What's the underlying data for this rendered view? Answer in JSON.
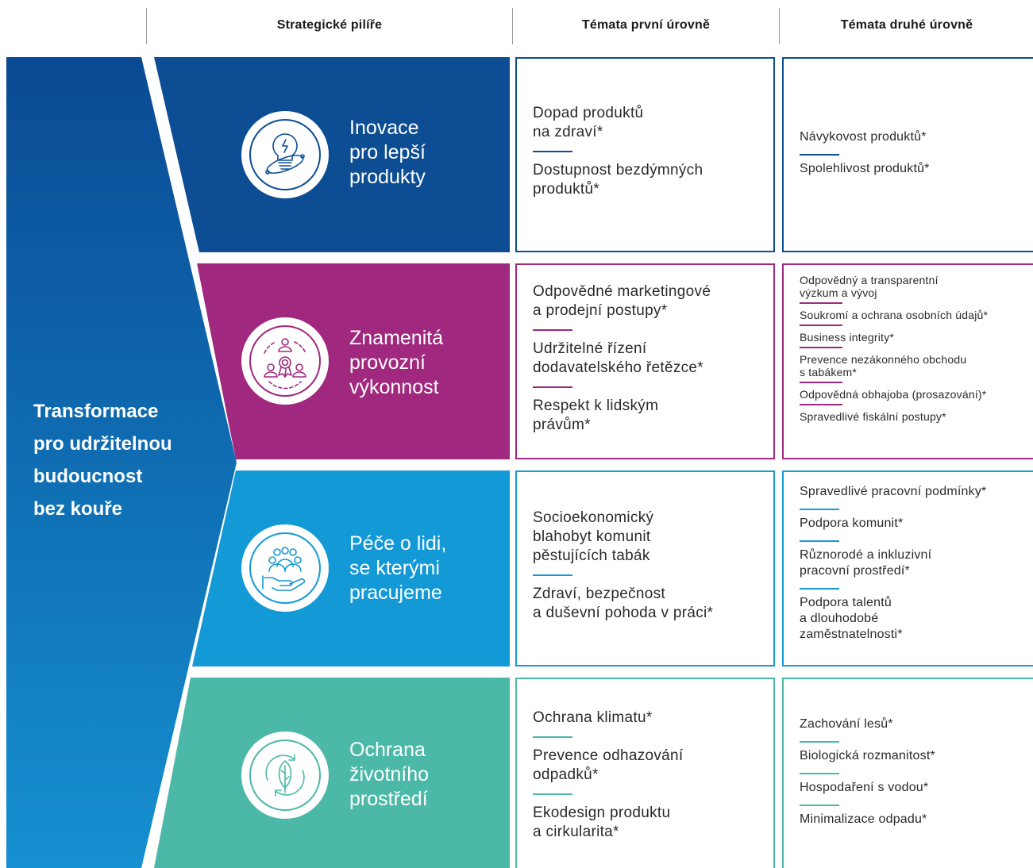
{
  "headers": {
    "col1": "Strategické pilíře",
    "col2": "Témata první úrovně",
    "col3": "Témata druhé úrovně"
  },
  "main_title": "Transformace\npro udržitelnou\nbudoucnost\nbez kouře",
  "colors": {
    "left_arrow_top": "#0a4a94",
    "left_arrow_bottom": "#1590d0",
    "row1": "#0d4d93",
    "row2": "#a0287e",
    "row3": "#1399d6",
    "row4": "#4cb8a8"
  },
  "pillars": [
    {
      "title": "Inovace\npro lepší\nprodukty",
      "icon": "lightbulb-innovation-icon",
      "level1": [
        "Dopad produktů\nna zdraví*",
        "Dostupnost bezdýmných\nproduktů*"
      ],
      "level2": [
        "Návykovost produktů*",
        "Spolehlivost produktů*"
      ]
    },
    {
      "title": "Znamenitá\nprovozní\nvýkonnost",
      "icon": "award-people-icon",
      "level1": [
        "Odpovědné marketingové\na prodejní postupy*",
        "Udržitelné řízení\ndodavatelského řetězce*",
        "Respekt k lidským\nprávům*"
      ],
      "level2": [
        "Odpovědný a transparentní\nvýzkum a vývoj",
        "Soukromí a ochrana osobních údajů*",
        "Business integrity*",
        "Prevence nezákonného obchodu\ns tabákem*",
        "Odpovědná obhajoba (prosazování)*",
        "Spravedlivé fiskální postupy*"
      ]
    },
    {
      "title": "Péče o lidi,\nse kterými\npracujeme",
      "icon": "people-hand-icon",
      "level1": [
        "Socioekonomický\nblahobyt komunit\npěstujících tabák",
        "Zdraví, bezpečnost\na duševní pohoda v práci*"
      ],
      "level2": [
        "Spravedlivé pracovní podmínky*",
        "Podpora komunit*",
        "Různorodé a inkluzivní\npracovní prostředí*",
        "Podpora talentů\na dlouhodobé\nzaměstnatelnosti*"
      ]
    },
    {
      "title": "Ochrana\nživotního\nprostředí",
      "icon": "leaf-recycle-icon",
      "level1": [
        "Ochrana klimatu*",
        "Prevence odhazování\nodpadků*",
        "Ekodesign produktu\na cirkularita*"
      ],
      "level2": [
        "Zachování lesů*",
        "Biologická rozmanitost*",
        "Hospodaření s vodou*",
        "Minimalizace odpadu*"
      ]
    }
  ]
}
